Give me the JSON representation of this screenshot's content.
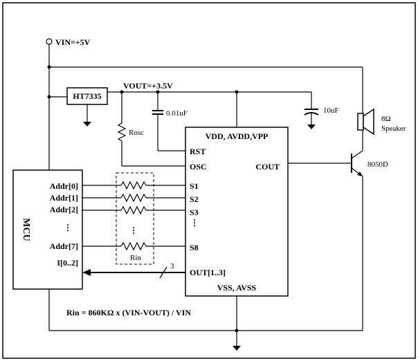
{
  "power": {
    "vin": "VIN=+5V",
    "vout": "VOUT=+3.5V"
  },
  "regulator": {
    "label": "HT7335"
  },
  "rosc": {
    "label": "Rosc"
  },
  "cap_small": {
    "label": "0.01uF"
  },
  "cap_big": {
    "label": "10uF"
  },
  "speaker": {
    "label_ohm": "8Ω",
    "label": "Speaker"
  },
  "transistor": {
    "label": "8050D"
  },
  "chip": {
    "top": "VDD, AVDD,VPP",
    "rst": "RST",
    "osc": "OSC",
    "cout": "COUT",
    "s1": "S1",
    "s2": "S2",
    "s3": "S3",
    "s8": "S8",
    "out": "OUT[1..3]",
    "bottom": "VSS, AVSS"
  },
  "mcu": {
    "label": "MCU",
    "addr0": "Addr[0]",
    "addr1": "Addr[1]",
    "addr2": "Addr[2]",
    "addr7": "Addr[7]",
    "io": "I[0..2]"
  },
  "bus": {
    "width": "3"
  },
  "rin": {
    "label": "Rin"
  },
  "formula": "Rin = 860KΩ x (VIN-VOUT) / VIN"
}
